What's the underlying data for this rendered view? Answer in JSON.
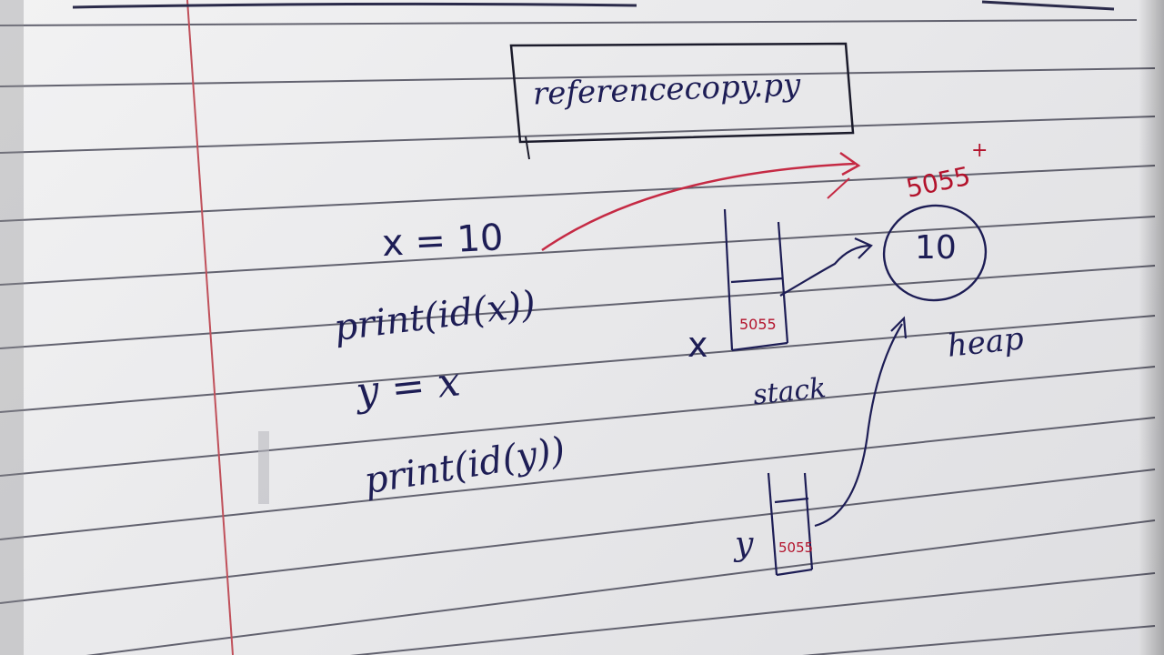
{
  "title": "referencecopy.py",
  "code": {
    "line1": "x = 10",
    "line2": "print(id(x))",
    "line3": "y = x",
    "line4": "print(id(y))"
  },
  "diagram": {
    "stack_label": "stack",
    "heap_label": "heap",
    "var_x": "x",
    "var_y": "y",
    "x_ref": "5055",
    "y_ref": "5055",
    "heap_address": "5055",
    "heap_value": "10"
  },
  "colors": {
    "ink_blue": "#1d1d55",
    "ink_red": "#b3132c",
    "ruled_line": "#4b4b5a",
    "margin_line": "#c0505a"
  }
}
